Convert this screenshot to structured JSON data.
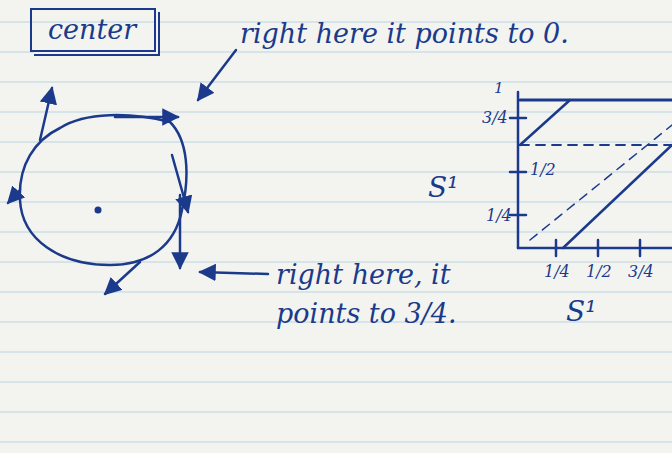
{
  "diagram": {
    "nodes": [
      {
        "text": [
          "center"
        ]
      }
    ],
    "edges": [],
    "labels": [
      "right here it points to 0.",
      "right here, it points to 3/4.",
      "S¹",
      "S¹",
      "1",
      "3/4",
      "1/2",
      "1/4",
      "1/4",
      "1/2",
      "3/4"
    ]
  }
}
